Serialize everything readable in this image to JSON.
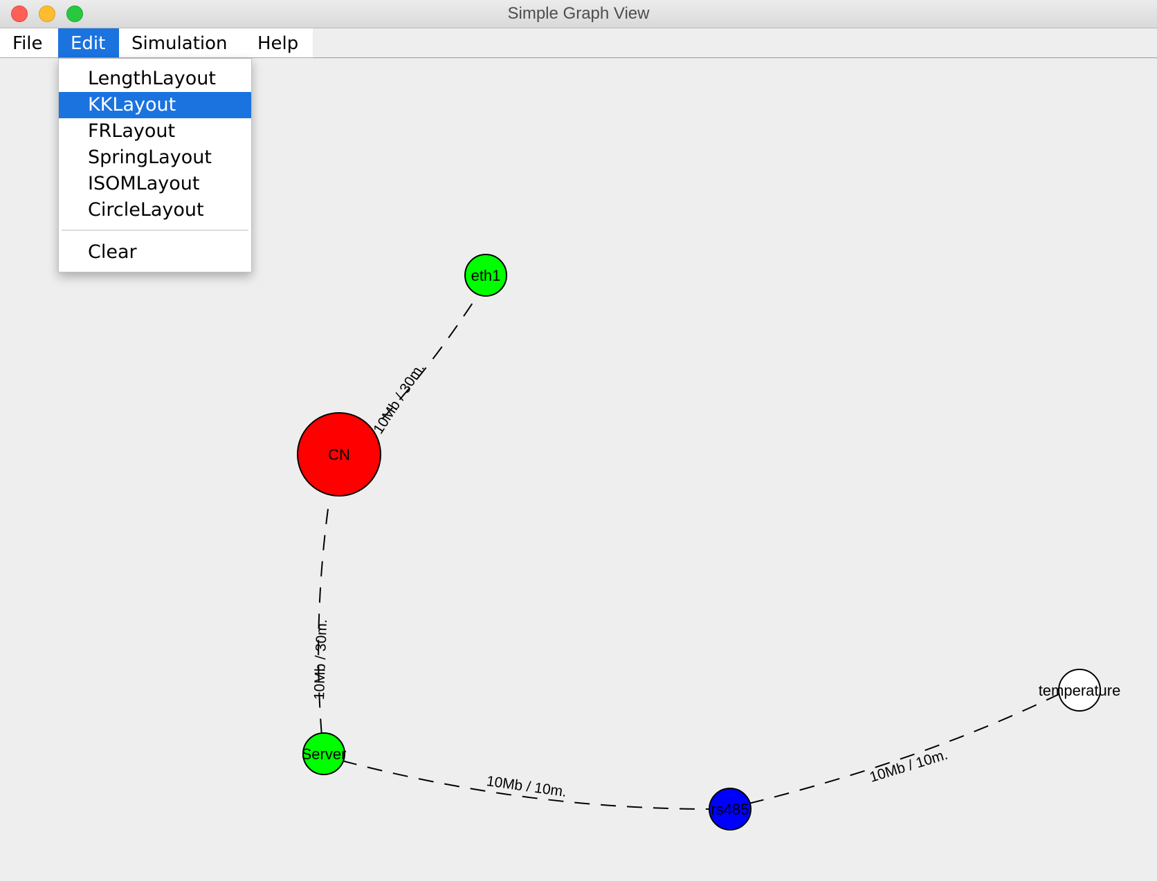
{
  "window": {
    "title": "Simple Graph View"
  },
  "menubar": {
    "items": [
      {
        "label": "File"
      },
      {
        "label": "Edit"
      },
      {
        "label": "Simulation"
      },
      {
        "label": "Help"
      }
    ]
  },
  "edit_menu": {
    "items": [
      {
        "label": "LengthLayout"
      },
      {
        "label": "KKLayout"
      },
      {
        "label": "FRLayout"
      },
      {
        "label": "SpringLayout"
      },
      {
        "label": "ISOMLayout"
      },
      {
        "label": "CircleLayout"
      },
      {
        "label": "Clear"
      }
    ],
    "selected": "KKLayout"
  },
  "graph": {
    "nodes": [
      {
        "id": "eth1",
        "label": "eth1",
        "color": "#00ff00"
      },
      {
        "id": "CN",
        "label": "CN",
        "color": "#ff0000"
      },
      {
        "id": "Server",
        "label": "Server",
        "color": "#00ff00"
      },
      {
        "id": "rs485",
        "label": "rs485",
        "color": "#0000ff"
      },
      {
        "id": "temperature",
        "label": "temperature",
        "color": "#ffffff"
      }
    ],
    "edges": [
      {
        "from": "CN",
        "to": "eth1",
        "label": "10Mb / 30m."
      },
      {
        "from": "CN",
        "to": "Server",
        "label": "10Mb / 30m."
      },
      {
        "from": "Server",
        "to": "rs485",
        "label": "10Mb / 10m."
      },
      {
        "from": "rs485",
        "to": "temperature",
        "label": "10Mb / 10m."
      }
    ]
  }
}
